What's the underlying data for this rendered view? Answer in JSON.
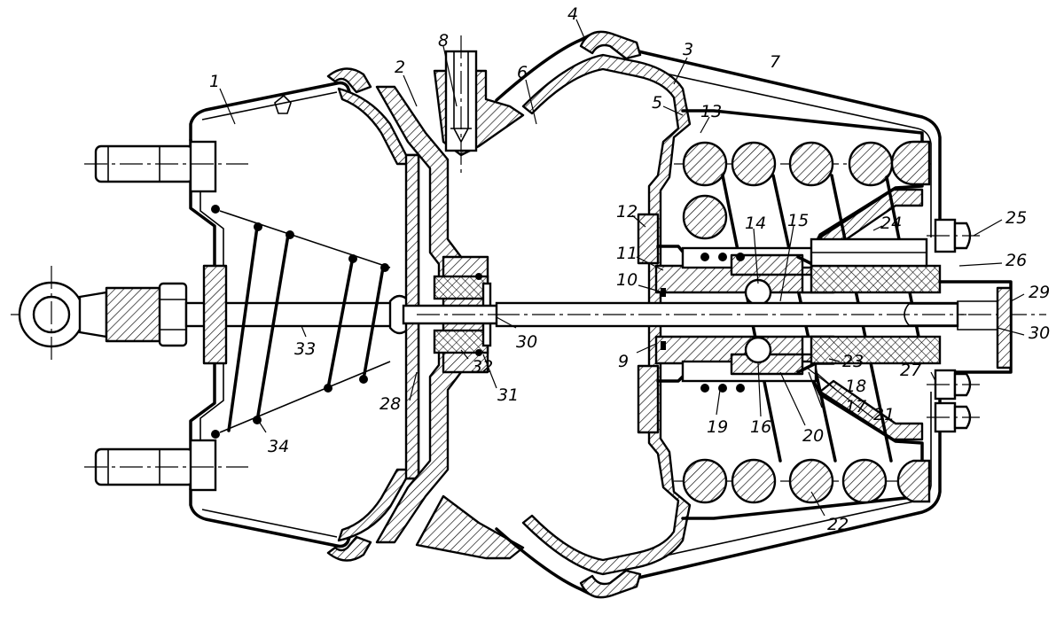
{
  "callouts": [
    {
      "id": "1",
      "text": "1"
    },
    {
      "id": "2",
      "text": "2"
    },
    {
      "id": "3",
      "text": "3"
    },
    {
      "id": "4",
      "text": "4"
    },
    {
      "id": "5",
      "text": "5"
    },
    {
      "id": "6",
      "text": "6"
    },
    {
      "id": "7",
      "text": "7"
    },
    {
      "id": "8",
      "text": "8"
    },
    {
      "id": "9",
      "text": "9"
    },
    {
      "id": "10",
      "text": "10"
    },
    {
      "id": "11",
      "text": "11"
    },
    {
      "id": "12",
      "text": "12"
    },
    {
      "id": "13",
      "text": "13"
    },
    {
      "id": "14",
      "text": "14"
    },
    {
      "id": "15",
      "text": "15"
    },
    {
      "id": "16",
      "text": "16"
    },
    {
      "id": "17",
      "text": "17"
    },
    {
      "id": "18",
      "text": "18"
    },
    {
      "id": "19",
      "text": "19"
    },
    {
      "id": "20",
      "text": "20"
    },
    {
      "id": "21",
      "text": "21"
    },
    {
      "id": "22",
      "text": "22"
    },
    {
      "id": "23",
      "text": "23"
    },
    {
      "id": "24",
      "text": "24"
    },
    {
      "id": "25",
      "text": "25"
    },
    {
      "id": "26",
      "text": "26"
    },
    {
      "id": "27",
      "text": "27"
    },
    {
      "id": "28",
      "text": "28"
    },
    {
      "id": "29",
      "text": "29"
    },
    {
      "id": "30a",
      "text": "30"
    },
    {
      "id": "30b",
      "text": "30"
    },
    {
      "id": "31",
      "text": "31"
    },
    {
      "id": "32",
      "text": "32"
    },
    {
      "id": "33",
      "text": "33"
    },
    {
      "id": "34",
      "text": "34"
    }
  ]
}
